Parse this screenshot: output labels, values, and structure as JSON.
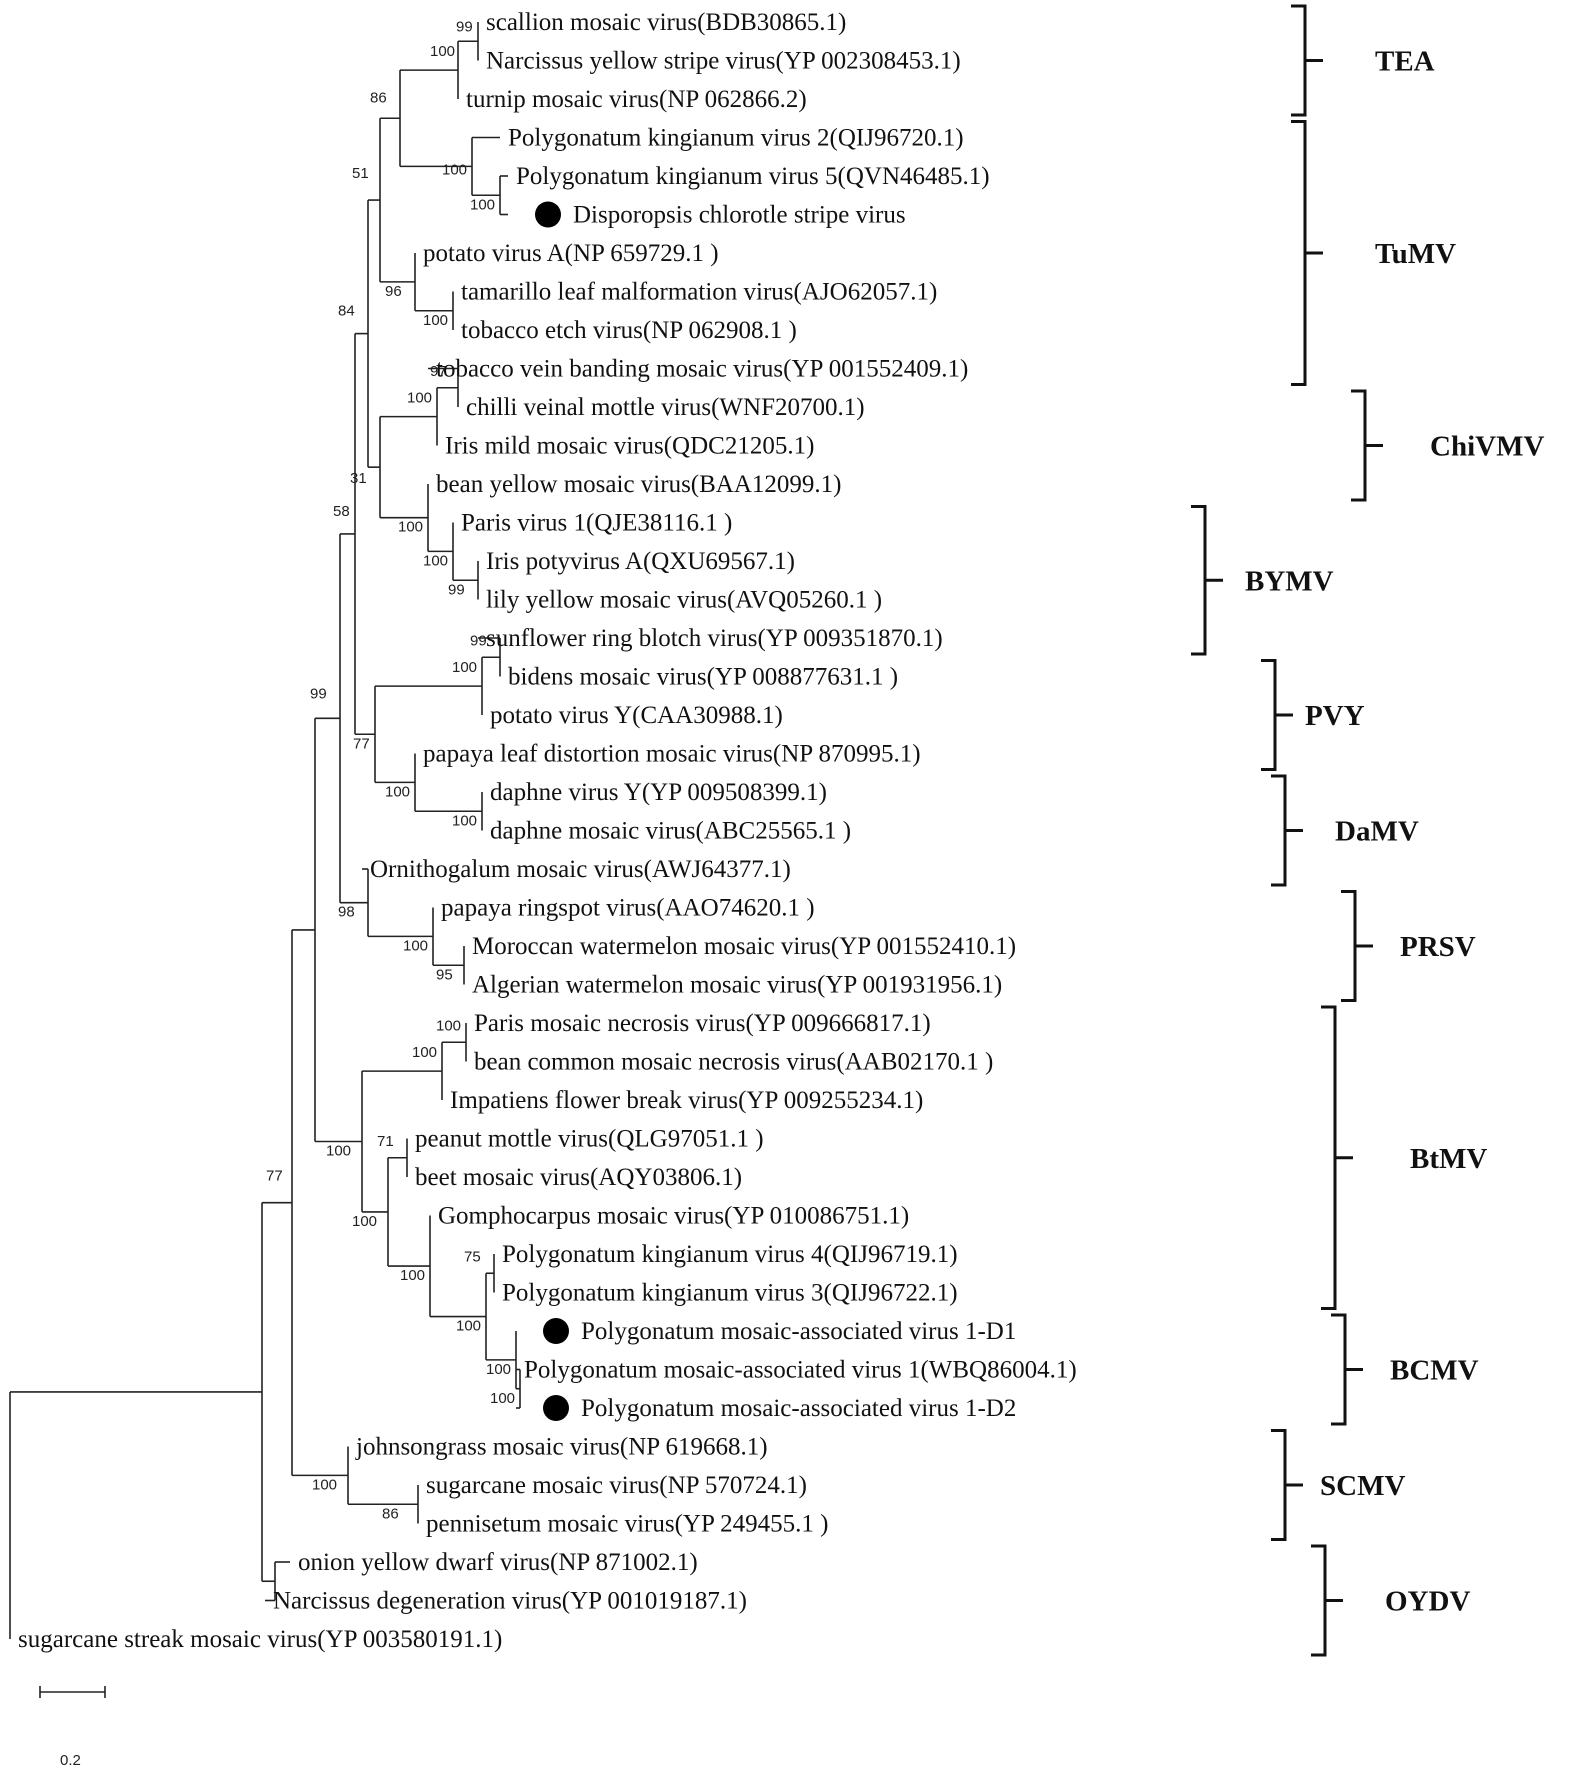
{
  "leaves": [
    {
      "name": "scallion mosaic virus(BDB30865.1)",
      "marked": false
    },
    {
      "name": "Narcissus yellow stripe virus(YP 002308453.1)",
      "marked": false
    },
    {
      "name": "turnip mosaic virus(NP 062866.2)",
      "marked": false
    },
    {
      "name": "Polygonatum kingianum virus 2(QIJ96720.1)",
      "marked": false
    },
    {
      "name": "Polygonatum kingianum virus 5(QVN46485.1)",
      "marked": false
    },
    {
      "name": "Disporopsis chlorotle stripe virus",
      "marked": true
    },
    {
      "name": "potato virus A(NP 659729.1 )",
      "marked": false
    },
    {
      "name": "tamarillo leaf malformation virus(AJO62057.1)",
      "marked": false
    },
    {
      "name": "tobacco etch virus(NP 062908.1 )",
      "marked": false
    },
    {
      "name": "tobacco vein banding mosaic virus(YP 001552409.1)",
      "marked": false
    },
    {
      "name": "chilli veinal mottle virus(WNF20700.1)",
      "marked": false
    },
    {
      "name": "Iris mild mosaic virus(QDC21205.1)",
      "marked": false
    },
    {
      "name": "bean yellow mosaic virus(BAA12099.1)",
      "marked": false
    },
    {
      "name": "Paris virus 1(QJE38116.1 )",
      "marked": false
    },
    {
      "name": "Iris potyvirus A(QXU69567.1)",
      "marked": false
    },
    {
      "name": "lily yellow mosaic virus(AVQ05260.1 )",
      "marked": false
    },
    {
      "name": "sunflower ring blotch virus(YP 009351870.1)",
      "marked": false
    },
    {
      "name": "bidens mosaic virus(YP 008877631.1 )",
      "marked": false
    },
    {
      "name": "potato virus Y(CAA30988.1)",
      "marked": false
    },
    {
      "name": "papaya leaf distortion mosaic virus(NP 870995.1)",
      "marked": false
    },
    {
      "name": "daphne virus Y(YP 009508399.1)",
      "marked": false
    },
    {
      "name": "daphne mosaic virus(ABC25565.1 )",
      "marked": false
    },
    {
      "name": "Ornithogalum mosaic virus(AWJ64377.1)",
      "marked": false
    },
    {
      "name": "papaya ringspot virus(AAO74620.1 )",
      "marked": false
    },
    {
      "name": "Moroccan watermelon mosaic virus(YP 001552410.1)",
      "marked": false
    },
    {
      "name": "Algerian watermelon mosaic virus(YP 001931956.1)",
      "marked": false
    },
    {
      "name": "Paris mosaic necrosis virus(YP 009666817.1)",
      "marked": false
    },
    {
      "name": "bean common mosaic necrosis virus(AAB02170.1 )",
      "marked": false
    },
    {
      "name": "Impatiens flower break virus(YP 009255234.1)",
      "marked": false
    },
    {
      "name": "peanut mottle virus(QLG97051.1 )",
      "marked": false
    },
    {
      "name": "beet mosaic virus(AQY03806.1)",
      "marked": false
    },
    {
      "name": "Gomphocarpus mosaic virus(YP 010086751.1)",
      "marked": false
    },
    {
      "name": "Polygonatum kingianum virus 4(QIJ96719.1)",
      "marked": false
    },
    {
      "name": "Polygonatum kingianum virus 3(QIJ96722.1)",
      "marked": false
    },
    {
      "name": "Polygonatum mosaic-associated virus 1-D1",
      "marked": true
    },
    {
      "name": "Polygonatum mosaic-associated virus 1(WBQ86004.1)",
      "marked": false
    },
    {
      "name": "Polygonatum mosaic-associated virus 1-D2",
      "marked": true
    },
    {
      "name": "johnsongrass mosaic virus(NP 619668.1)",
      "marked": false
    },
    {
      "name": "sugarcane mosaic virus(NP 570724.1)",
      "marked": false
    },
    {
      "name": "pennisetum mosaic virus(YP 249455.1 )",
      "marked": false
    },
    {
      "name": "onion yellow dwarf virus(NP 871002.1)",
      "marked": false
    },
    {
      "name": "Narcissus degeneration virus(YP 001019187.1)",
      "marked": false
    },
    {
      "name": "sugarcane streak mosaic virus(YP 003580191.1)",
      "marked": false
    }
  ],
  "bootstrap": [
    "99",
    "100",
    "86",
    "100",
    "100",
    "51",
    "96",
    "100",
    "84",
    "97",
    "100",
    "31",
    "100",
    "100",
    "99",
    "58",
    "99",
    "100",
    "77",
    "100",
    "100",
    "98",
    "100",
    "95",
    "99",
    "77",
    "100",
    "100",
    "71",
    "100",
    "100",
    "75",
    "100",
    "100",
    "100",
    "100",
    "100",
    "86"
  ],
  "clades": [
    {
      "label": "TEA",
      "from": 0,
      "to": 2
    },
    {
      "label": "TuMV",
      "from": 3,
      "to": 9
    },
    {
      "label": "ChiVMV",
      "from": 10,
      "to": 12
    },
    {
      "label": "BYMV",
      "from": 13,
      "to": 16
    },
    {
      "label": "PVY",
      "from": 17,
      "to": 19
    },
    {
      "label": "DaMV",
      "from": 20,
      "to": 22
    },
    {
      "label": "PRSV",
      "from": 23,
      "to": 25
    },
    {
      "label": "BtMV",
      "from": 26,
      "to": 33
    },
    {
      "label": "BCMV",
      "from": 34,
      "to": 36
    },
    {
      "label": "SCMV",
      "from": 37,
      "to": 39
    },
    {
      "label": "OYDV",
      "from": 40,
      "to": 42
    }
  ],
  "scale": {
    "label": "0.2"
  }
}
